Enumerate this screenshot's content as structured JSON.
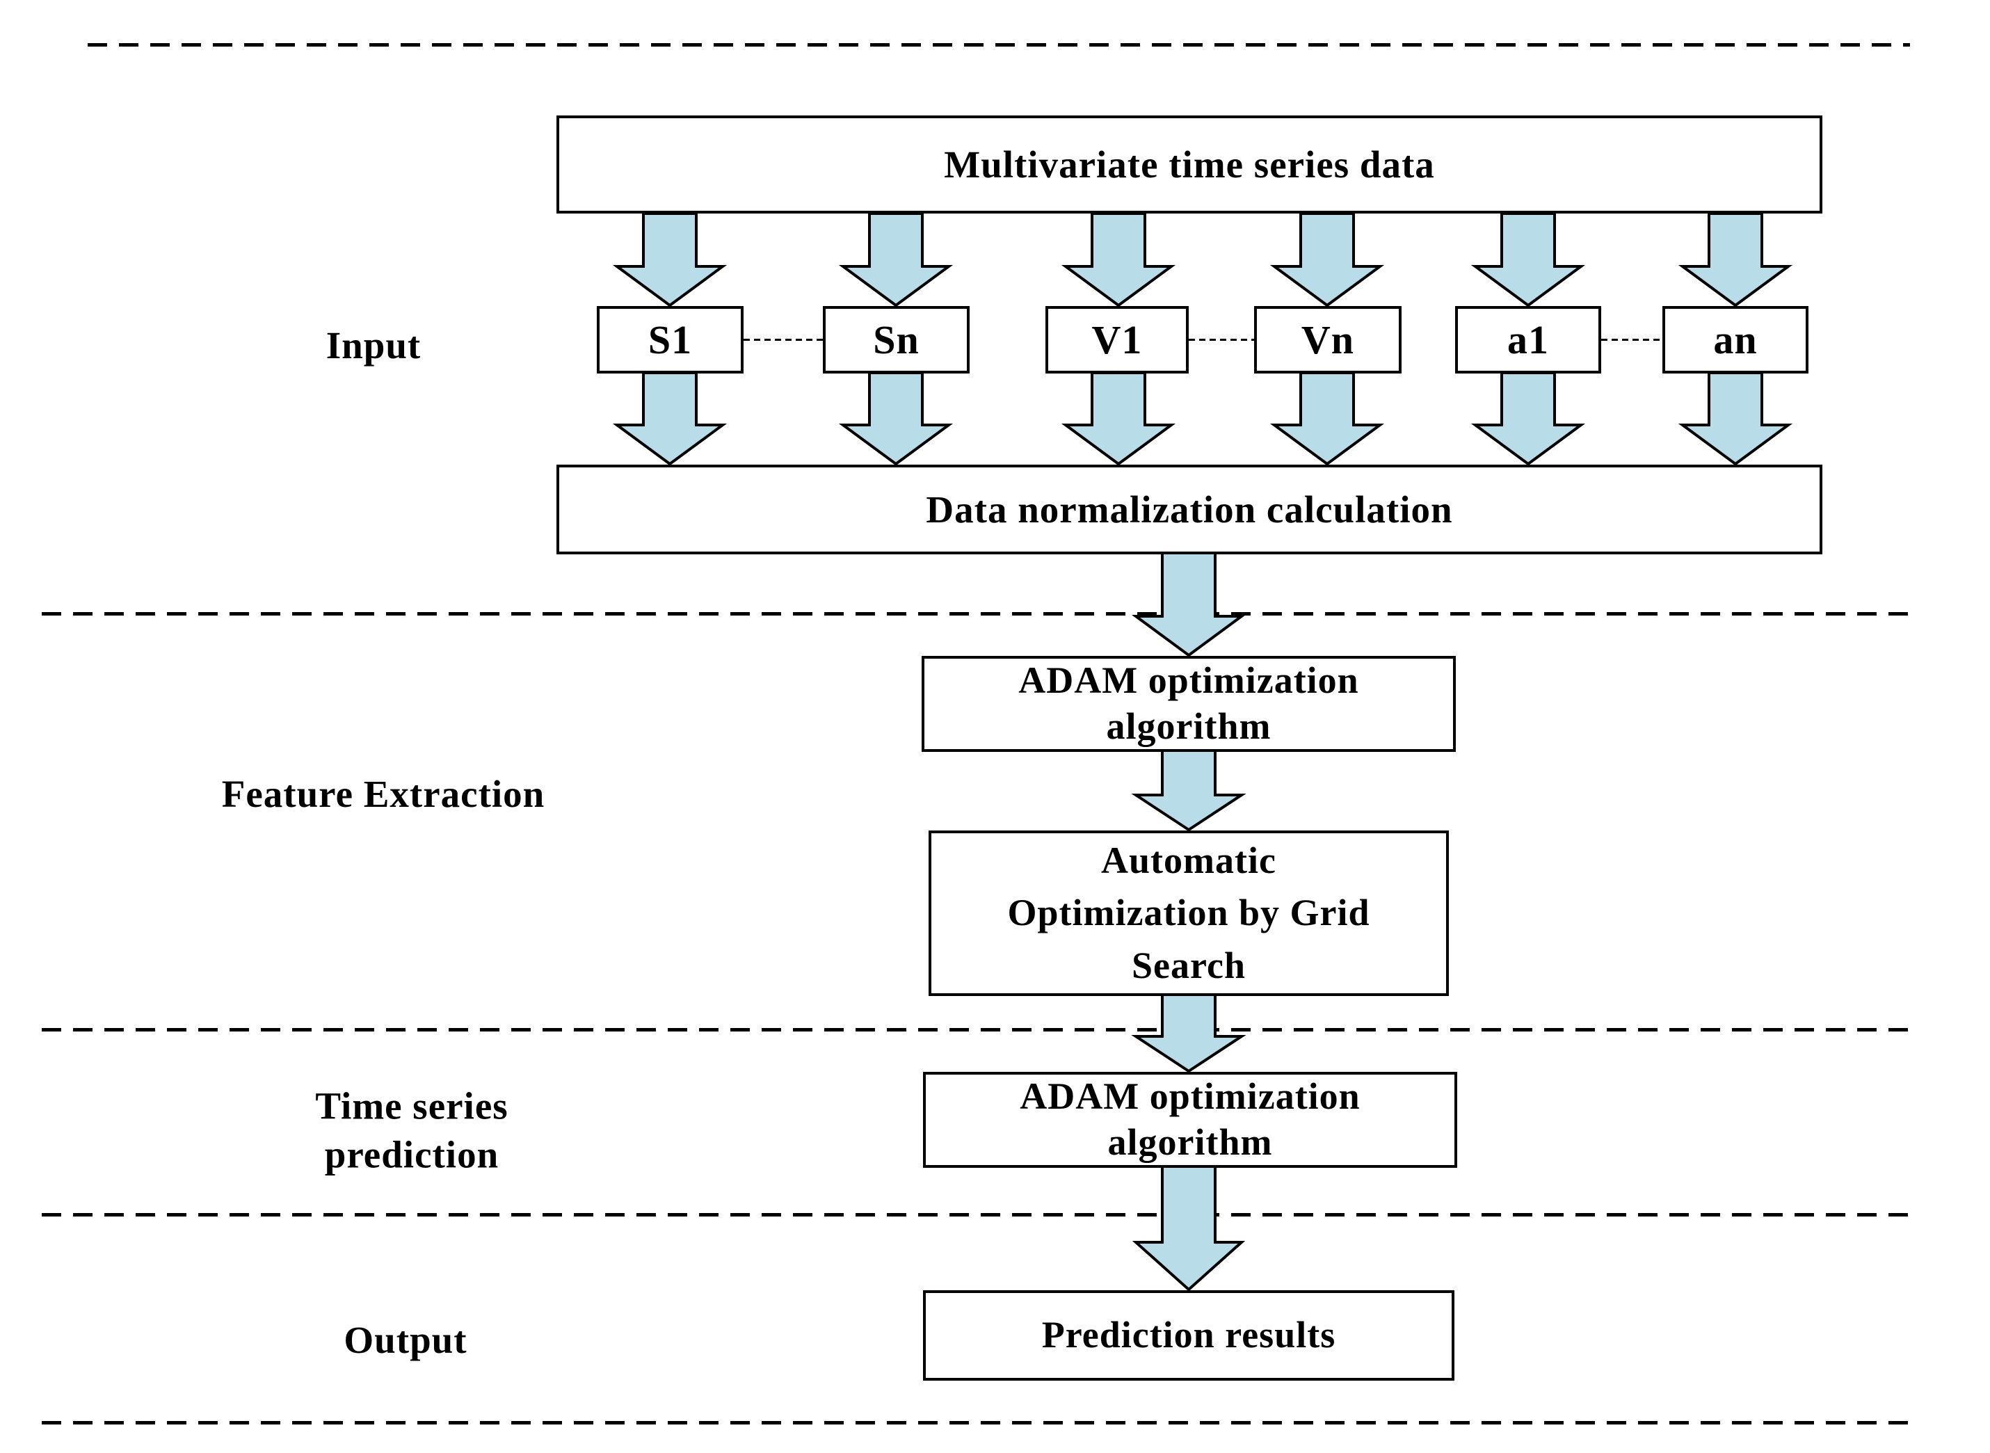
{
  "stages": {
    "input_label": "Input",
    "feature_label": "Feature Extraction",
    "time_series_lines": [
      "Time series",
      "prediction"
    ],
    "output_label": "Output"
  },
  "nodes": {
    "multivariate": "Multivariate time series data",
    "inputs": [
      "S1",
      "Sn",
      "V1",
      "Vn",
      "a1",
      "an"
    ],
    "normalization": "Data normalization calculation",
    "adam1_lines": [
      "ADAM optimization",
      "algorithm"
    ],
    "grid_search_lines": [
      "Automatic",
      "Optimization by Grid",
      "Search"
    ],
    "adam2_lines": [
      "ADAM optimization",
      "algorithm"
    ],
    "prediction": "Prediction results"
  },
  "colors": {
    "arrow_fill": "#b8dce8",
    "outline": "#000000",
    "background": "#ffffff"
  }
}
